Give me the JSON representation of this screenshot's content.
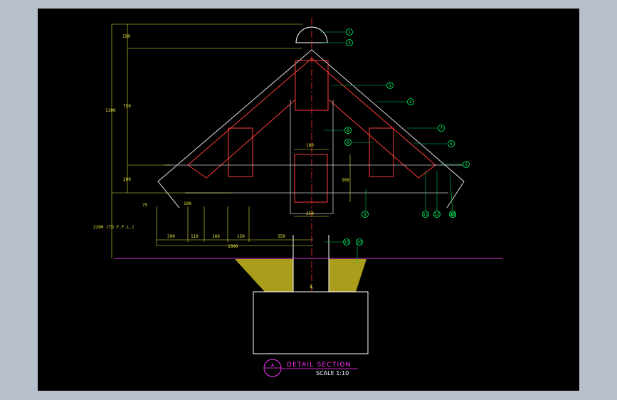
{
  "title_block": {
    "symbol": "A",
    "title": "DETAIL SECTION",
    "scale": "SCALE 1:10"
  },
  "dimensions": {
    "overall_height": "1100",
    "cap": "150",
    "roof_rise": "750",
    "eave": "200",
    "floor_level": "2200 (TO F.F.L.)",
    "post_width": "180",
    "post_depth": "300",
    "base_width": "250",
    "slope": "75",
    "eave_projection": "100",
    "span_1": "290",
    "span_2": "110",
    "span_3": "160",
    "span_4": "150",
    "span_total": "1000",
    "column_width": "350"
  },
  "tags": [
    "1",
    "2",
    "3",
    "4",
    "7",
    "5",
    "5",
    "8",
    "9",
    "9",
    "10",
    "10",
    "11",
    "12",
    "13",
    "8"
  ],
  "centerline": "℄",
  "colors": {
    "background": "#000000",
    "dimension": "#e6e63c",
    "roof_line": "#ff3b3b",
    "tag": "#00ff66",
    "hatch": "#c8b820",
    "title": "#ff33ff"
  }
}
